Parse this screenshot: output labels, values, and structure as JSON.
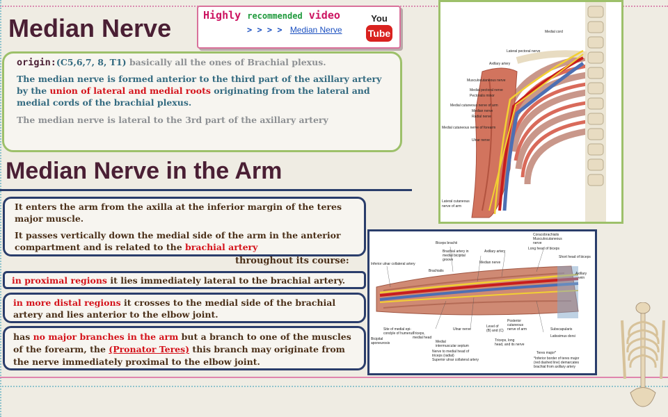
{
  "header": {
    "title": "Median Nerve"
  },
  "video": {
    "highly": "Highly",
    "recommended": "recommended",
    "video_word": "video",
    "arrows": "> > > >",
    "link": "Median Nerve",
    "youtube_you": "You",
    "youtube_tube": "Tube"
  },
  "origin_box": {
    "origin_label": "origin:",
    "origin_roots": "(C5,6,7, 8, T1)",
    "origin_rest": " basically all the ones of Brachial plexus.",
    "p2_a": "The median nerve is formed anterior to the third part of the axillary artery by the ",
    "p2_red": "union of lateral and medial roots",
    "p2_b": " originating from the lateral and medial cords of the brachial plexus.",
    "p3": "The median nerve is lateral to the 3rd part of the axillary artery"
  },
  "section": {
    "title": "Median Nerve in the Arm"
  },
  "arm_box": {
    "p1": "It enters the arm from the axilla at the inferior margin of the teres major muscle.",
    "p2_a": "It passes vertically down the medial side of the arm in the anterior compartment  and is related to the ",
    "p2_red": "brachial artery",
    "throughout": "throughout its course:"
  },
  "proximal": {
    "red": "in proximal regions",
    "rest": " it lies immediately lateral to the brachial artery."
  },
  "distal": {
    "red": "in more distal regions",
    "rest": " it crosses to the medial side of the brachial artery and lies anterior  to the elbow joint."
  },
  "branches": {
    "a": "has ",
    "red1": "no major branches in the arm",
    "b": " but a branch to one of the muscles of the forearm,  the ",
    "red2": "(Pronator Teres)",
    "c": "  this branch may originate from the nerve immediately proximal to the elbow joint."
  },
  "figure1": {
    "labels": [
      "Medial cord",
      "Lateral pectoral nerve",
      "Axillary artery",
      "Musculocutaneous nerve",
      "Medial pectoral nerve",
      "Pectoralis minor",
      "Medial cutaneous nerve of arm",
      "Median nerve",
      "Radial nerve",
      "Medial cutaneous nerve of forearm",
      "Ulnar nerve",
      "Lateral cutaneous nerve of arm"
    ]
  },
  "figure2": {
    "labels": [
      "Biceps brachii",
      "Coracobrachialis",
      "Musculocutaneous nerve",
      "Brachial artery in medial bicipital groove",
      "Axillary artery",
      "Long head of biceps",
      "Short head of biceps",
      "Median nerve",
      "Inferior ulnar collateral artery",
      "Brachialis",
      "Axillary vein",
      "Site of medial epicondyle of humerus",
      "Ulnar nerve",
      "Level of (B) and (C)",
      "Posterior cutaneous nerve of arm",
      "Subscapularis",
      "Latissimus dorsi",
      "Teres major",
      "Bicipital aponeurosis",
      "Triceps, medial head",
      "Medial intermuscular septum",
      "Triceps, long head, and its nerve",
      "Nerve to medial head of triceps (radial)",
      "Superior ulnar collateral artery",
      "*Inferior border of teres major (red dashed line) demarcates brachial from axillary artery"
    ]
  },
  "colors": {
    "title": "#4a1f34",
    "red": "#d4121a",
    "navy": "#2a3d6b",
    "green": "#9dc06a",
    "link": "#1a4fc0"
  }
}
